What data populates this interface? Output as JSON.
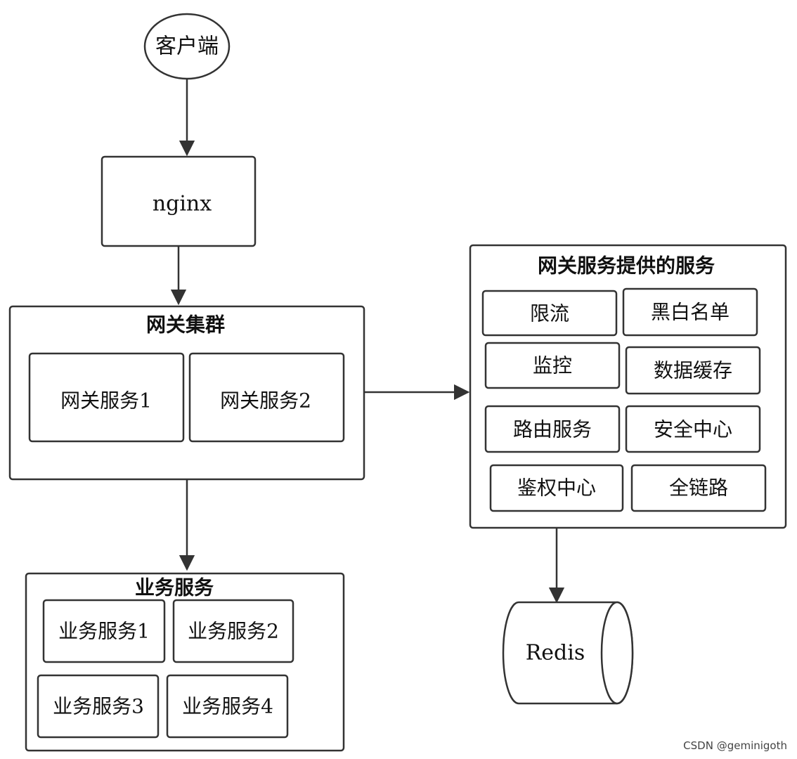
{
  "nodes": {
    "client": "客户端",
    "nginx": "nginx",
    "redis": "Redis"
  },
  "gateway_cluster": {
    "title": "网关集群",
    "services": [
      "网关服务1",
      "网关服务2"
    ]
  },
  "business": {
    "title": "业务服务",
    "services": [
      "业务服务1",
      "业务服务2",
      "业务服务3",
      "业务服务4"
    ]
  },
  "gateway_features": {
    "title": "网关服务提供的服务",
    "items": [
      "限流",
      "黑白名单",
      "监控",
      "数据缓存",
      "路由服务",
      "安全中心",
      "鉴权中心",
      "全链路"
    ]
  },
  "watermark": "CSDN @geminigoth"
}
